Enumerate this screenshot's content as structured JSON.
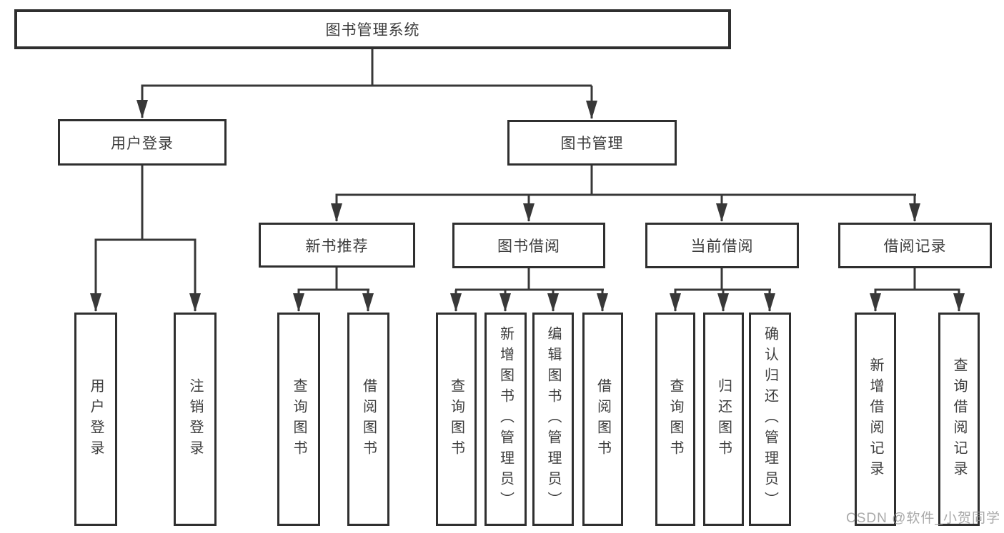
{
  "tree": {
    "root": {
      "label": "图书管理系统"
    },
    "branches": [
      {
        "label": "用户登录",
        "leaves": [
          "用户登录",
          "注销登录"
        ]
      },
      {
        "label": "图书管理",
        "groups": [
          {
            "label": "新书推荐",
            "leaves": [
              "查询图书",
              "借阅图书"
            ]
          },
          {
            "label": "图书借阅",
            "leaves": [
              "查询图书",
              "新增图书（管理员）",
              "编辑图书（管理员）",
              "借阅图书"
            ]
          },
          {
            "label": "当前借阅",
            "leaves": [
              "查询图书",
              "归还图书",
              "确认归还（管理员）"
            ]
          },
          {
            "label": "借阅记录",
            "leaves": [
              "新增借阅记录",
              "查询借阅记录"
            ]
          }
        ]
      }
    ]
  },
  "watermark": "CSDN @软件_小贺同学",
  "colors": {
    "line": "#383838",
    "box_border": "#2f2f2f",
    "text": "#3d3d3d",
    "background": "#ffffff",
    "watermark": "#949494"
  }
}
